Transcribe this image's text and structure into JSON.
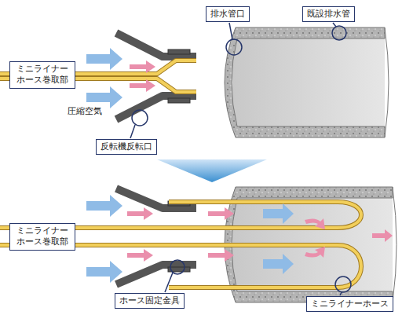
{
  "diagram": {
    "nodes": [
      {
        "text": [
          "排水管口"
        ]
      },
      {
        "text": [
          "既設排水管"
        ]
      },
      {
        "text": [
          "ミニライナー ホース巻取部"
        ]
      },
      {
        "text": [
          "反転機反転口"
        ]
      },
      {
        "text": [
          "ミニライナー ホース巻取部"
        ]
      },
      {
        "text": [
          "ホース固定金具"
        ]
      },
      {
        "text": [
          "ミニライナーホース"
        ]
      }
    ],
    "labels": [
      "圧縮空気"
    ]
  }
}
